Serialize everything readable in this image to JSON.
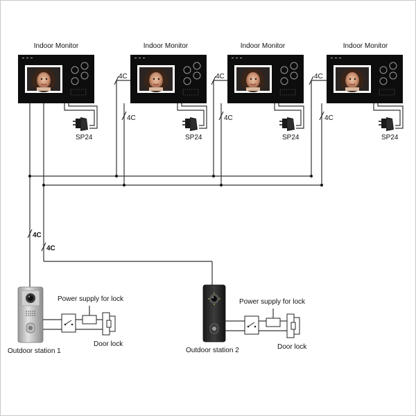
{
  "indoor_monitors": [
    {
      "label": "Indoor Monitor",
      "cable": "4C",
      "adapter": "SP24"
    },
    {
      "label": "Indoor Monitor",
      "cable": "4C",
      "adapter": "SP24"
    },
    {
      "label": "Indoor Monitor",
      "cable": "4C",
      "adapter": "SP24"
    },
    {
      "label": "Indoor Monitor",
      "cable": "4C",
      "adapter": "SP24"
    }
  ],
  "outdoor_stations": [
    {
      "label": "Outdoor station 1",
      "cable": "4C",
      "power_label": "Power supply  for  lock",
      "lock_label": "Door lock"
    },
    {
      "label": "Outdoor station 2",
      "cable": "4C",
      "power_label": "Power supply  for  lock",
      "lock_label": "Door lock"
    }
  ],
  "colors": {
    "monitor_body": "#0d0d0d",
    "screen_frame": "#ffffff",
    "wire": "#333333",
    "station1_body": "#b8b8b8",
    "station2_body": "#2a2a2a"
  }
}
